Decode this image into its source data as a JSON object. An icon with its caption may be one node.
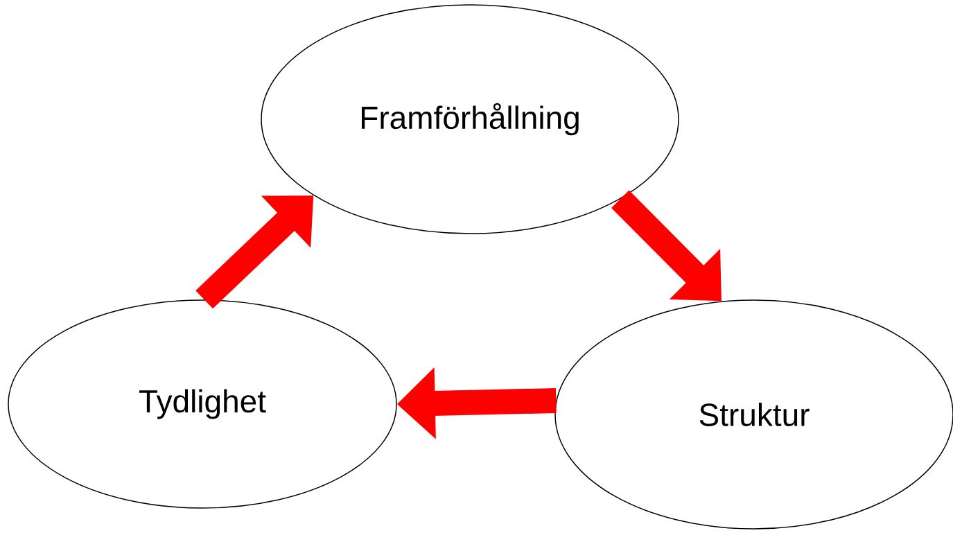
{
  "diagram": {
    "nodes": [
      {
        "text": [
          "Framförhållning"
        ]
      },
      {
        "text": [
          "Tydlighet"
        ]
      },
      {
        "text": [
          "Struktur"
        ]
      }
    ],
    "edges": [
      {
        "from": 0,
        "to": 2,
        "arrow": "to",
        "color": "#ff0000"
      },
      {
        "from": 2,
        "to": 1,
        "arrow": "to",
        "color": "#ff0000"
      },
      {
        "from": 1,
        "to": 0,
        "arrow": "to",
        "color": "#ff0000"
      }
    ]
  }
}
